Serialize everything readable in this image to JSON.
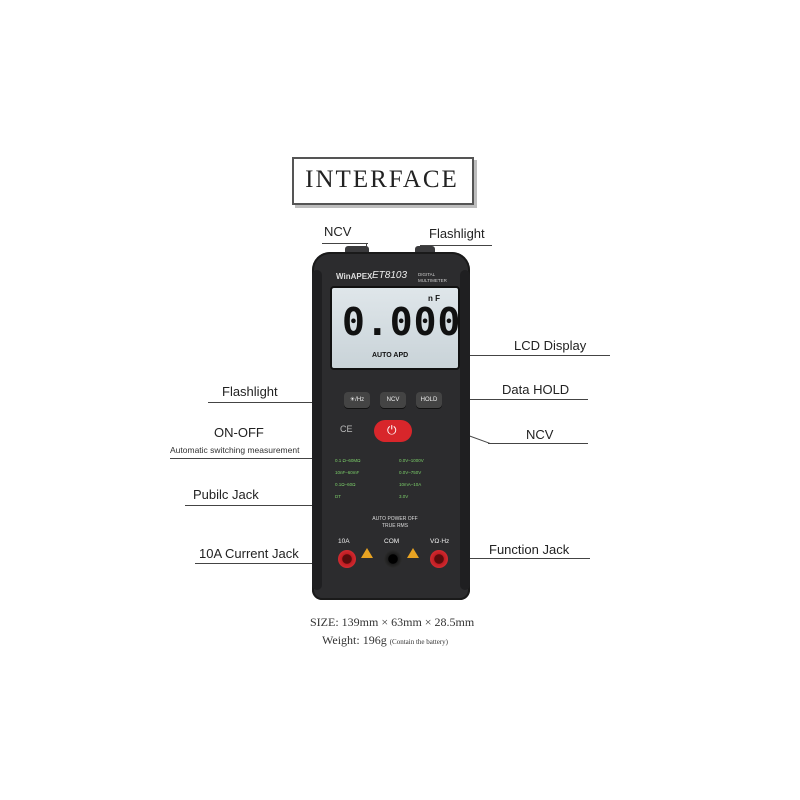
{
  "title": "INTERFACE",
  "labels": {
    "ncv_top": "NCV",
    "flashlight_top": "Flashlight",
    "lcd_display": "LCD Display",
    "flashlight_left": "Flashlight",
    "data_hold": "Data HOLD",
    "on_off": "ON-OFF",
    "on_off_sub": "Automatic switching measurement",
    "ncv_right": "NCV",
    "public_jack": "Pubilc Jack",
    "current_jack": "10A Current Jack",
    "function_jack": "Function Jack"
  },
  "device": {
    "brand": "WinAPEX",
    "model": "ET8103",
    "subtitle": "DIGITAL MULTIMETER",
    "lcd": {
      "unit": "n F",
      "reading": "0.000",
      "mode": "AUTO APD"
    },
    "buttons": {
      "flashlight": "☀/Hz",
      "ncv": "NCV",
      "hold": "HOLD"
    },
    "ce_mark": "CE",
    "functions": [
      "0.1 Ω–60MΩ",
      "0.0V–1000V",
      "10nF–60mF",
      "0.0V–750V",
      "0.1Ω–60Ω",
      "10mA–10A",
      "DT",
      "3.0V"
    ],
    "auto_power": "AUTO POWER OFF",
    "true_rms": "TRUE RMS",
    "jacks": {
      "current": "10A",
      "com": "COM",
      "function": "VΩ·Hz"
    }
  },
  "footer": {
    "size_label": "SIZE:",
    "size_value": "139mm × 63mm × 28.5mm",
    "weight_label": "Weight:",
    "weight_value": "196g",
    "weight_note": "(Contain the battery)"
  },
  "colors": {
    "device_body": "#2c2c2e",
    "power_button": "#d8262b",
    "jack_red": "#c01c22",
    "lcd_bg": "#d6dee2",
    "function_text": "#7ccf6a"
  }
}
